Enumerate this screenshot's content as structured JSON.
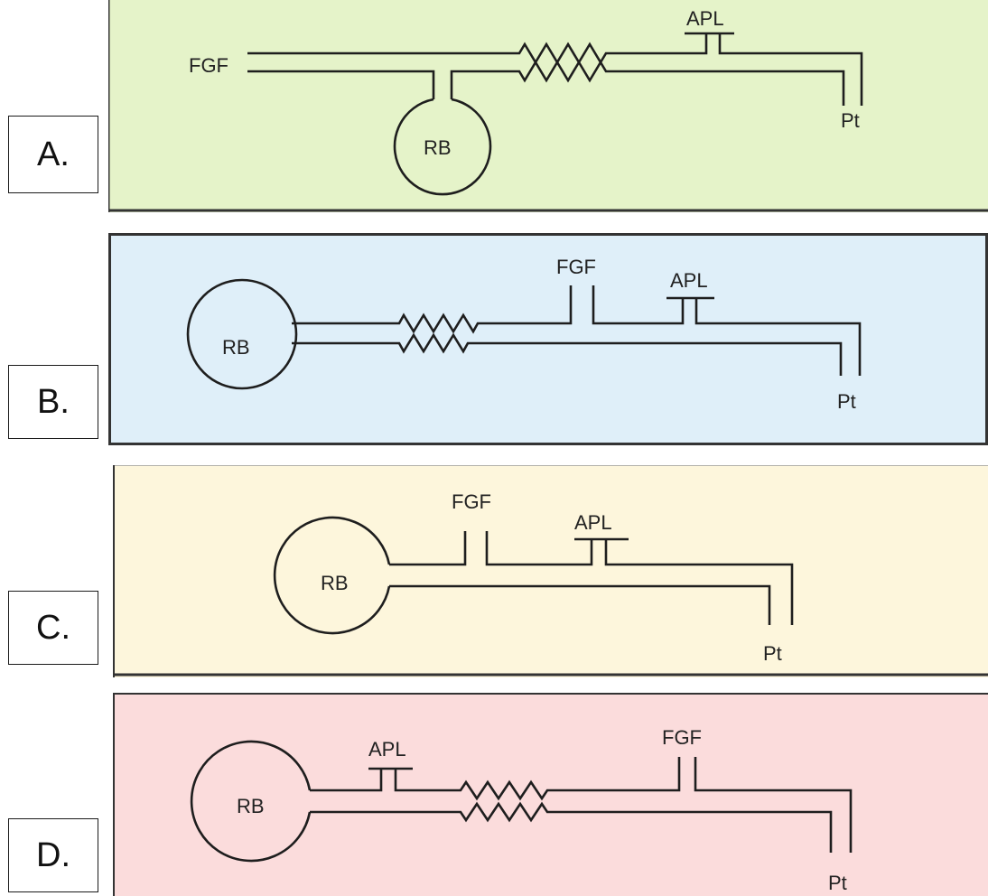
{
  "options": [
    {
      "id": "A",
      "label": "A.",
      "background": "#e5f3c9",
      "text": {
        "rb": "RB",
        "fgf": "FGF",
        "apl": "APL",
        "pt": "Pt"
      }
    },
    {
      "id": "B",
      "label": "B.",
      "background": "#dfeff9",
      "text": {
        "rb": "RB",
        "fgf": "FGF",
        "apl": "APL",
        "pt": "Pt"
      }
    },
    {
      "id": "C",
      "label": "C.",
      "background": "#fdf6dc",
      "text": {
        "rb": "RB",
        "fgf": "FGF",
        "apl": "APL",
        "pt": "Pt"
      }
    },
    {
      "id": "D",
      "label": "D.",
      "background": "#fbdcdc",
      "text": {
        "rb": "RB",
        "fgf": "FGF",
        "apl": "APL",
        "pt": "Pt"
      }
    }
  ]
}
